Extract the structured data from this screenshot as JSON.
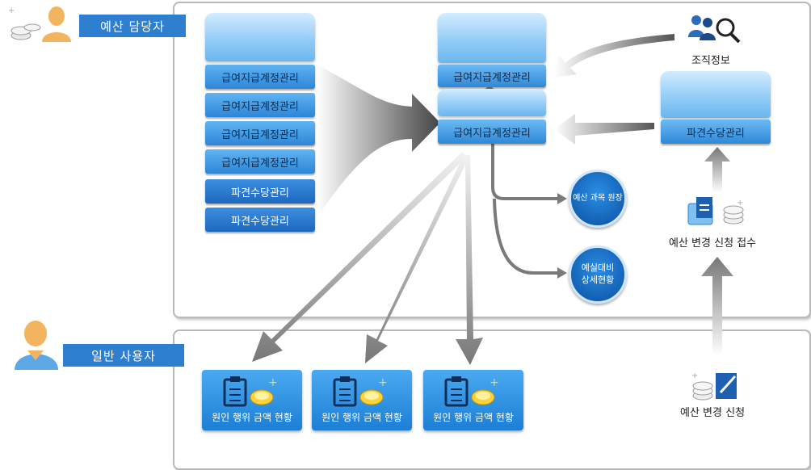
{
  "roles": {
    "budget_manager": "예산 담당자",
    "general_user": "일반 사용자"
  },
  "stack": {
    "items": [
      "급여지급계정관리",
      "급여지급계정관리",
      "급여지급계정관리",
      "급여지급계정관리",
      "파견수당관리",
      "파견수당관리"
    ]
  },
  "center": {
    "top_db": "급여지급계정관리",
    "bottom_db": "급여지급계정관리"
  },
  "right": {
    "org_info": "조직정보",
    "dispatch_db": "파견수당관리",
    "change_receipt": "예산 변경 신청 접수",
    "change_request": "예산 변경 신청"
  },
  "circles": {
    "ledger": "예산 과목 원장",
    "compare_line1": "예실대비",
    "compare_line2": "상세현황"
  },
  "cards": [
    "원인 행위 금액 현황",
    "원인 행위 금액 현황",
    "원인 행위 금액 현황"
  ],
  "colors": {
    "role_blue": "#2f7fd1",
    "db_blue": "#2d86d8",
    "circle_blue": "#0a4fa0",
    "panel_border": "#b9b9b9"
  }
}
